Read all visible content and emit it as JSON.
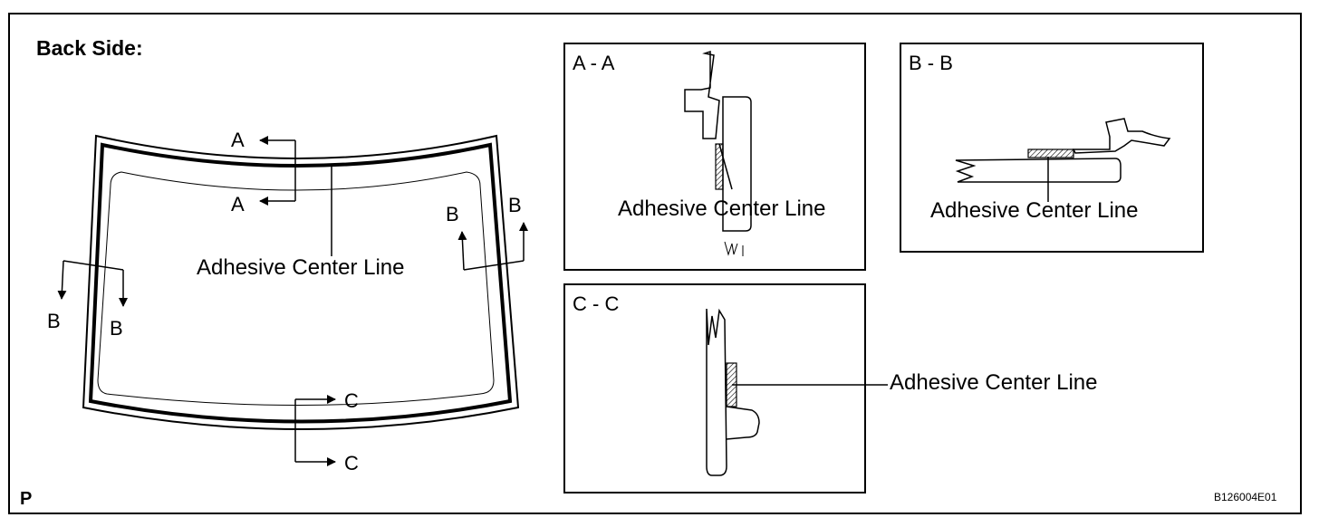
{
  "title": "Back Side:",
  "figure_id": "P",
  "figure_code": "B126004E01",
  "main_view": {
    "adhesive_label": "Adhesive Center Line",
    "markers": {
      "a_top": "A",
      "a_bottom": "A",
      "b_left_1": "B",
      "b_left_2": "B",
      "b_right_1": "B",
      "b_right_2": "B",
      "c_top": "C",
      "c_bottom": "C"
    }
  },
  "sections": {
    "aa": {
      "title": "A - A",
      "label": "Adhesive Center Line"
    },
    "bb": {
      "title": "B - B",
      "label": "Adhesive Center Line"
    },
    "cc": {
      "title": "C - C",
      "label": "Adhesive Center Line"
    }
  }
}
